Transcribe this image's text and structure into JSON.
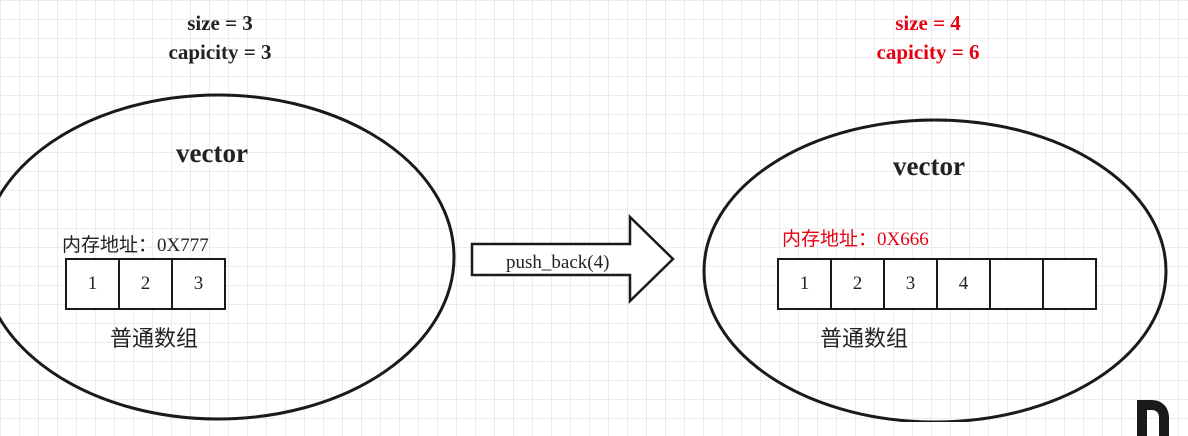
{
  "left": {
    "size_label": "size = 3",
    "capacity_label": "capicity = 3",
    "title": "vector",
    "address": "内存地址：0X777",
    "cells": [
      "1",
      "2",
      "3"
    ],
    "caption": "普通数组"
  },
  "operation": {
    "label": "push_back(4)"
  },
  "right": {
    "size_label": "size = 4",
    "capacity_label": "capicity = 6",
    "title": "vector",
    "address": "内存地址：0X666",
    "cells": [
      "1",
      "2",
      "3",
      "4",
      "",
      ""
    ],
    "caption": "普通数组"
  },
  "colors": {
    "highlight": "#e60012",
    "stroke": "#1a1a1a",
    "grid": "#ebebeb"
  }
}
